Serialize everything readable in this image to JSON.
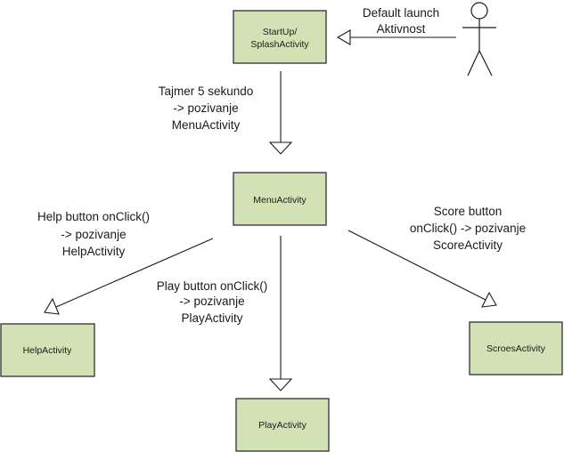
{
  "nodes": {
    "splash": {
      "lines": [
        "StartUp/",
        "SplashActivity"
      ]
    },
    "menu": {
      "lines": [
        "MenuActivity"
      ]
    },
    "help": {
      "lines": [
        "HelpActivity"
      ]
    },
    "play": {
      "lines": [
        "PlayActivity"
      ]
    },
    "scores": {
      "lines": [
        "ScroesActivity"
      ]
    }
  },
  "actor": {
    "icon": "stick-figure-actor-icon"
  },
  "edges": {
    "launch": {
      "lines": [
        "Default launch",
        "Aktivnost"
      ]
    },
    "timer": {
      "lines": [
        "Tajmer 5 sekundo",
        "-> pozivanje",
        "MenuActivity"
      ]
    },
    "help": {
      "lines": [
        "Help button onClick()",
        "-> pozivanje",
        "HelpActivity"
      ]
    },
    "play": {
      "lines": [
        "Play button onClick()",
        "-> pozivanje",
        "PlayActivity"
      ]
    },
    "score": {
      "lines": [
        "Score button",
        "onClick() -> pozivanje",
        "ScoreActivity"
      ]
    }
  },
  "colors": {
    "node_fill": "#d3e2b5",
    "node_border": "#2f2f2f",
    "line": "#1a1a1a"
  }
}
